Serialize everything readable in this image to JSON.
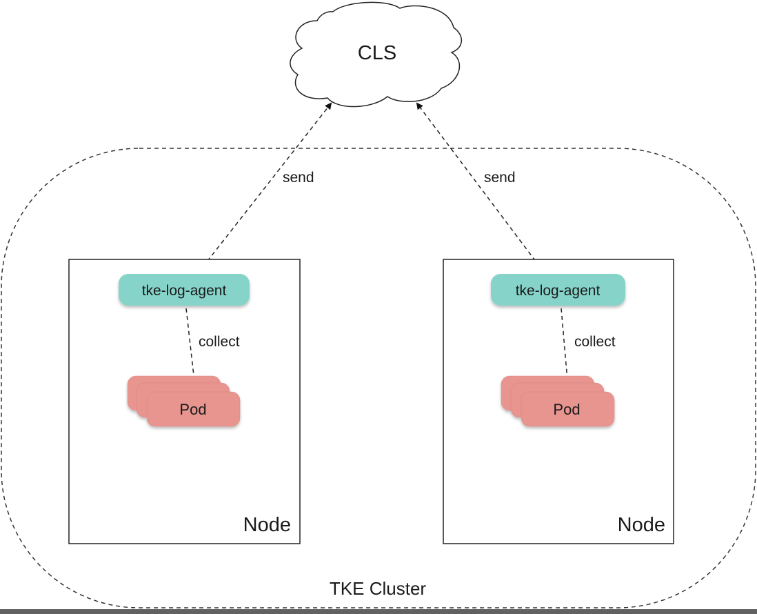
{
  "diagram": {
    "cloud": {
      "label": "CLS"
    },
    "cluster": {
      "label": "TKE Cluster"
    },
    "nodes": [
      {
        "label": "Node",
        "agent": {
          "label": "tke-log-agent"
        },
        "pod": {
          "label": "Pod"
        },
        "collect_edge": {
          "label": "collect"
        },
        "send_edge": {
          "label": "send"
        }
      },
      {
        "label": "Node",
        "agent": {
          "label": "tke-log-agent"
        },
        "pod": {
          "label": "Pod"
        },
        "collect_edge": {
          "label": "collect"
        },
        "send_edge": {
          "label": "send"
        }
      }
    ],
    "colors": {
      "agent_fill": "#86d4c9",
      "pod_fill": "#e8958f",
      "stroke": "#222222",
      "bottom_bar": "#616161"
    }
  }
}
